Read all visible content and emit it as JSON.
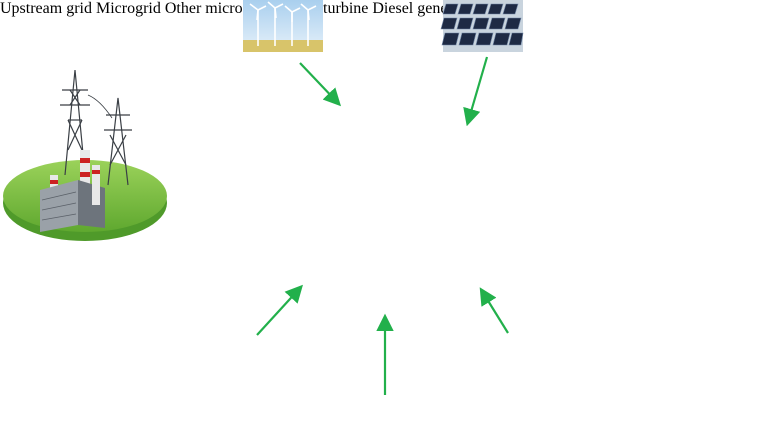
{
  "labels": {
    "microgrid": "Microgrid",
    "upstream_grid": "Upstream grid",
    "other_microgrids": "Other microgrids",
    "diesel_generator": "Diesel generator",
    "micro_turbine": "Micro-turbine"
  },
  "colors": {
    "arrow_green": "#22b04b",
    "grass": "#7cc142",
    "grass_dark": "#4f9a2a",
    "dashed_arrow": "#111111"
  },
  "icons": [
    "wind-turbines-icon",
    "solar-panels-icon",
    "transmission-tower-icon",
    "power-plant-icon",
    "micro-turbine-icon",
    "fuel-cell-icon",
    "diesel-generator-icon"
  ]
}
